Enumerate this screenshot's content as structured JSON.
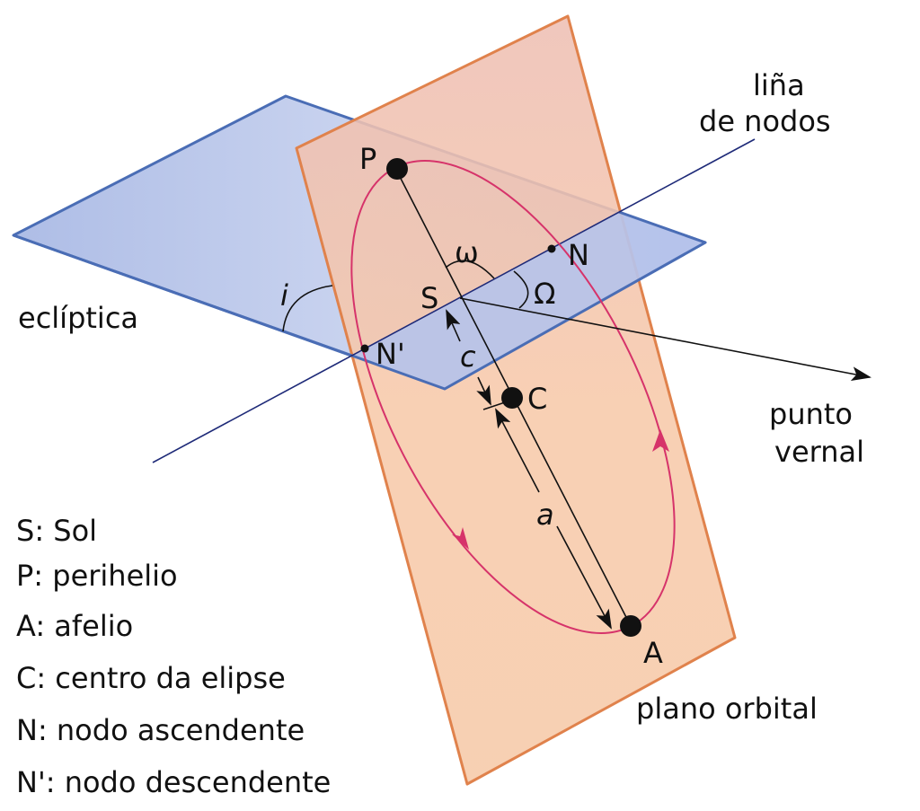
{
  "labels": {
    "line_of_nodes_1": "liña",
    "line_of_nodes_2": "de nodos",
    "ecliptic": "eclíptica",
    "vernal_1": "punto",
    "vernal_2": "vernal",
    "orbital_plane": "plano orbital",
    "P": "P",
    "A": "A",
    "C": "C",
    "S": "S",
    "N": "N",
    "N_prime": "N'",
    "omega": "ω",
    "Omega": "Ω",
    "i": "i",
    "c": "c",
    "a": "a"
  },
  "legend": [
    "S: Sol",
    "P: perihelio",
    "A: afelio",
    "C: centro da elipse",
    "N: nodo ascendente",
    "N': nodo descendente"
  ],
  "colors": {
    "ecliptic_fill": "#b9c6e8",
    "ecliptic_edge": "#4a6db5",
    "orbital_fill": "#f6c6a6",
    "orbital_edge": "#e0824c",
    "orbit": "#d6336a",
    "line": "#111111",
    "nodes_line": "#1e2a78"
  }
}
